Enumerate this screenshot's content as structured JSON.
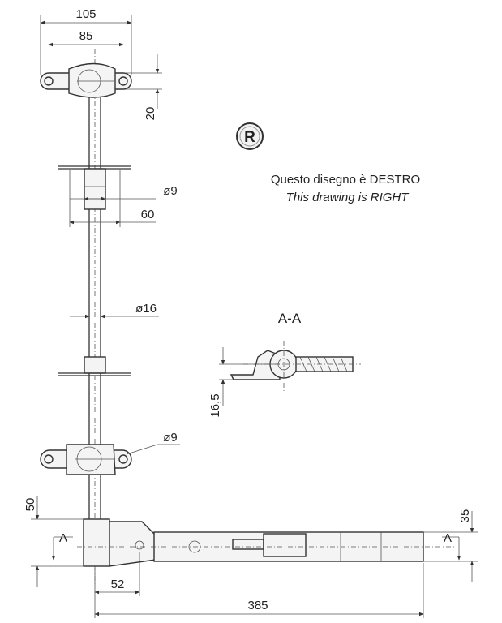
{
  "drawing": {
    "dimensions": {
      "overall_width": "105",
      "clamp_width": "85",
      "clamp_offset": "20",
      "hole_dia_upper": "ø9",
      "guide_width": "60",
      "rod_dia": "ø16",
      "hole_dia_lower": "ø9",
      "foot_height": "50",
      "handle_height": "35",
      "hinge_offset": "52",
      "handle_length": "385",
      "section_height": "16,5"
    },
    "section_marker_left": "A",
    "section_marker_right": "A",
    "section_title": "A-A",
    "orientation_badge": "R",
    "note_it": "Questo disegno è DESTRO",
    "note_en": "This drawing is RIGHT"
  }
}
